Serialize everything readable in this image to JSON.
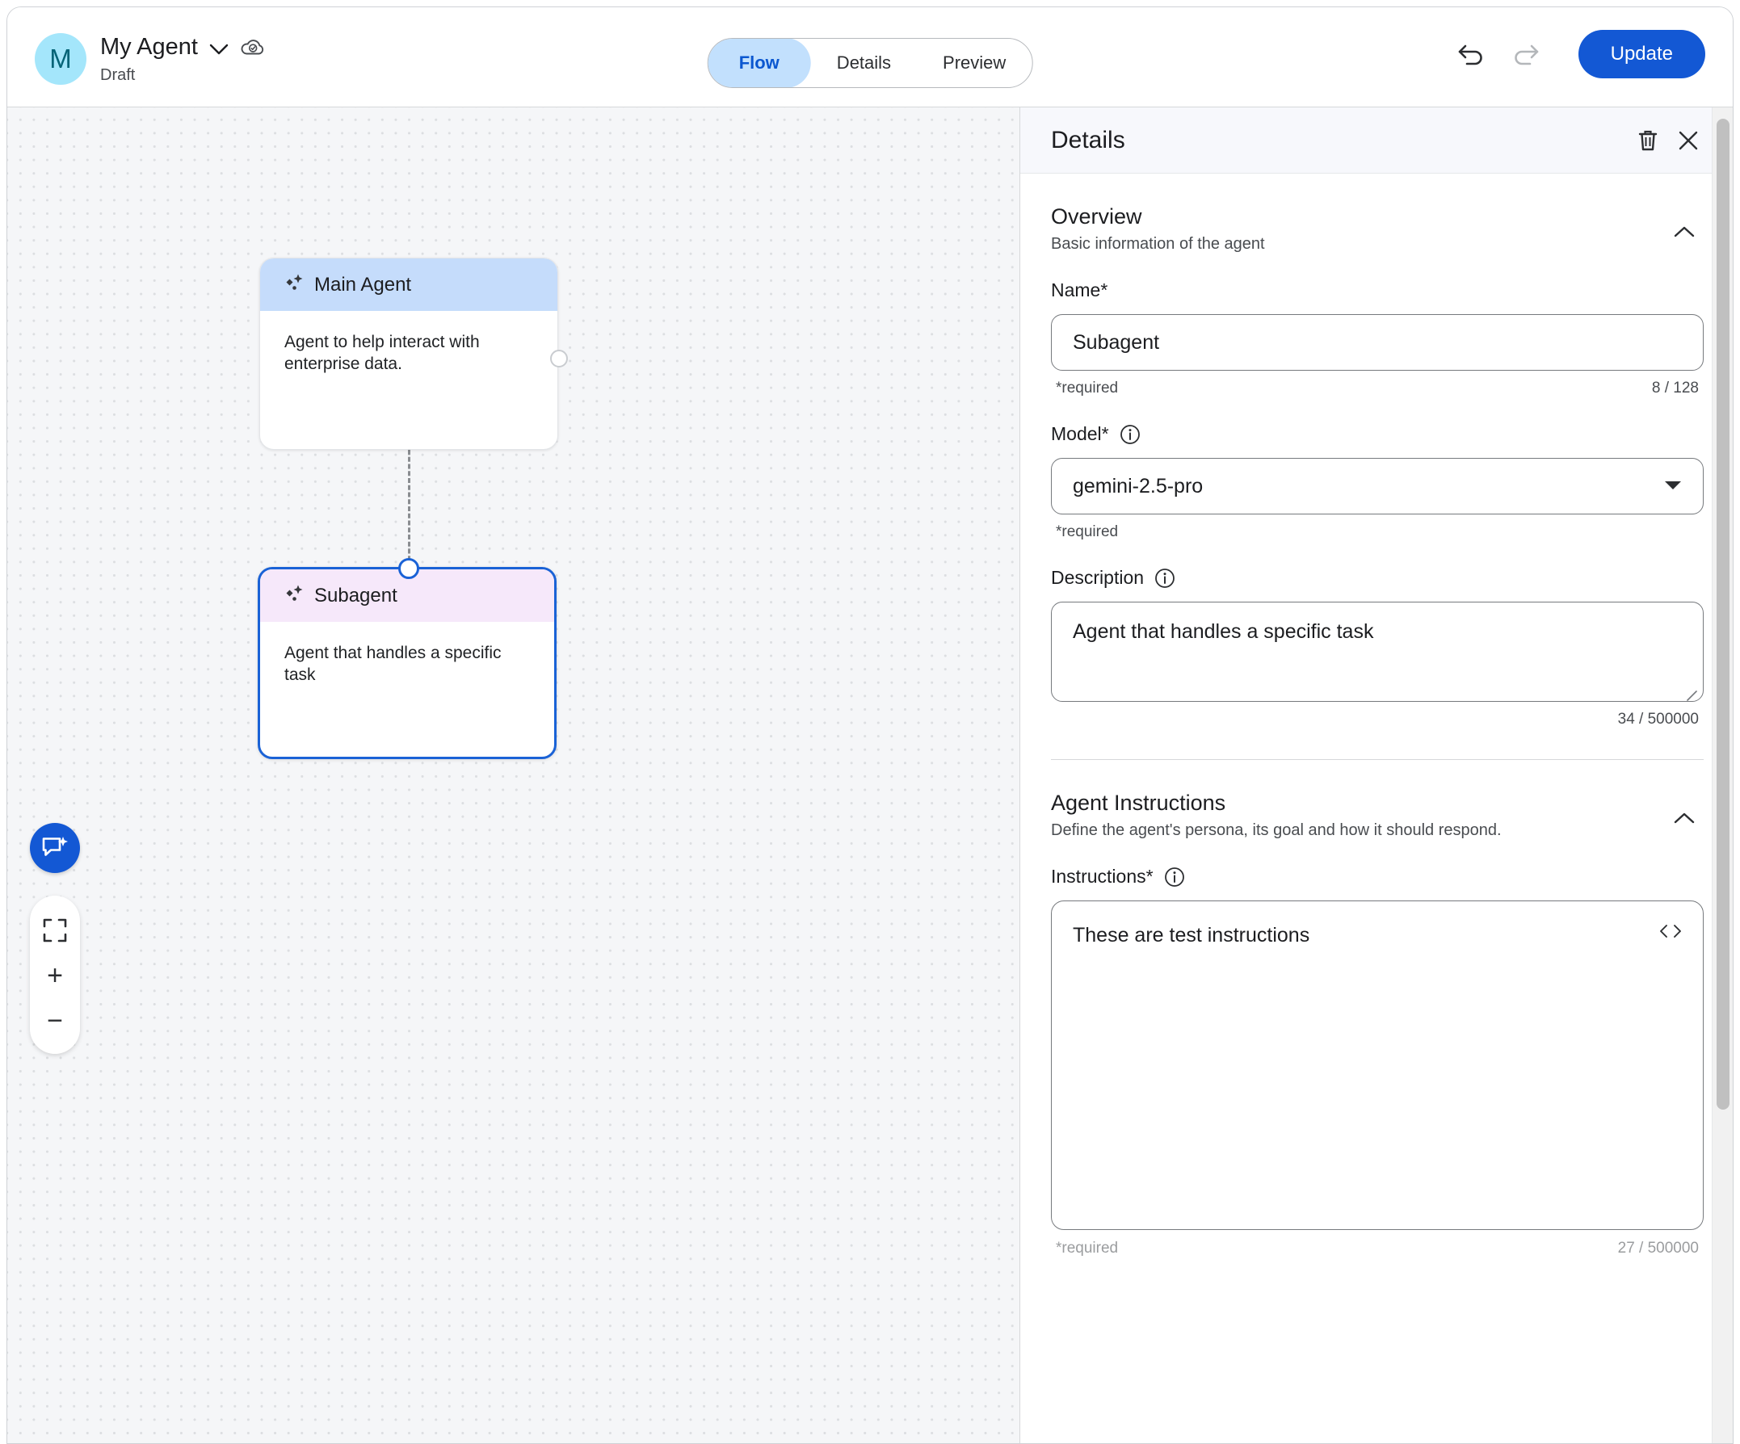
{
  "header": {
    "avatar_initial": "M",
    "agent_name": "My Agent",
    "status": "Draft",
    "chevron_icon": "chevron-down-icon",
    "cloud_icon": "cloud-saved-icon",
    "tabs": [
      {
        "label": "Flow",
        "active": true
      },
      {
        "label": "Details",
        "active": false
      },
      {
        "label": "Preview",
        "active": false
      }
    ],
    "undo_icon": "undo-icon",
    "redo_icon": "redo-icon",
    "update_label": "Update",
    "accent_color": "#1358d4",
    "active_tab_bg": "#c2e0fd",
    "active_tab_color": "#0b57d0",
    "avatar_bg": "#a4e6fb",
    "avatar_color": "#056478"
  },
  "canvas": {
    "background_color": "#f5f6f8",
    "dot_color": "#dcdee1",
    "nodes": [
      {
        "id": "main-agent",
        "icon": "sparkle-icon",
        "title": "Main Agent",
        "description": "Agent to help interact with enterprise data.",
        "header_color": "#c5dcfb",
        "selected": false
      },
      {
        "id": "subagent",
        "icon": "sparkle-icon",
        "title": "Subagent",
        "description": "Agent that handles a specific task",
        "header_color": "#f6e8fa",
        "selected": true
      }
    ],
    "edge_style": "dashed",
    "controls": {
      "chat_icon": "chat-sparkle-icon",
      "fit_view_icon": "fit-view-icon",
      "zoom_in_label": "+",
      "zoom_out_label": "−"
    }
  },
  "panel": {
    "title": "Details",
    "delete_icon": "trash-icon",
    "close_icon": "close-icon",
    "overview": {
      "title": "Overview",
      "subtitle": "Basic information of the agent",
      "collapse_icon": "chevron-up-icon",
      "name": {
        "label": "Name*",
        "value": "Subagent",
        "placeholder": "Name",
        "required_note": "*required",
        "counter": "8 / 128"
      },
      "model": {
        "label": "Model*",
        "info_icon": "info-icon",
        "value": "gemini-2.5-pro",
        "caret_icon": "chevron-down-icon",
        "required_note": "*required"
      },
      "description": {
        "label": "Description",
        "info_icon": "info-icon",
        "value": "Agent that handles a specific task",
        "placeholder": "Description",
        "counter": "34 / 500000"
      }
    },
    "instructions_section": {
      "title": "Agent Instructions",
      "subtitle": "Define the agent's persona, its goal and how it should respond.",
      "collapse_icon": "chevron-up-icon",
      "field": {
        "label": "Instructions*",
        "info_icon": "info-icon",
        "value": "These are test instructions",
        "placeholder": "Instructions",
        "code_toggle_icon": "code-brackets-icon",
        "required_note": "*required",
        "counter": "27 / 500000"
      }
    }
  }
}
